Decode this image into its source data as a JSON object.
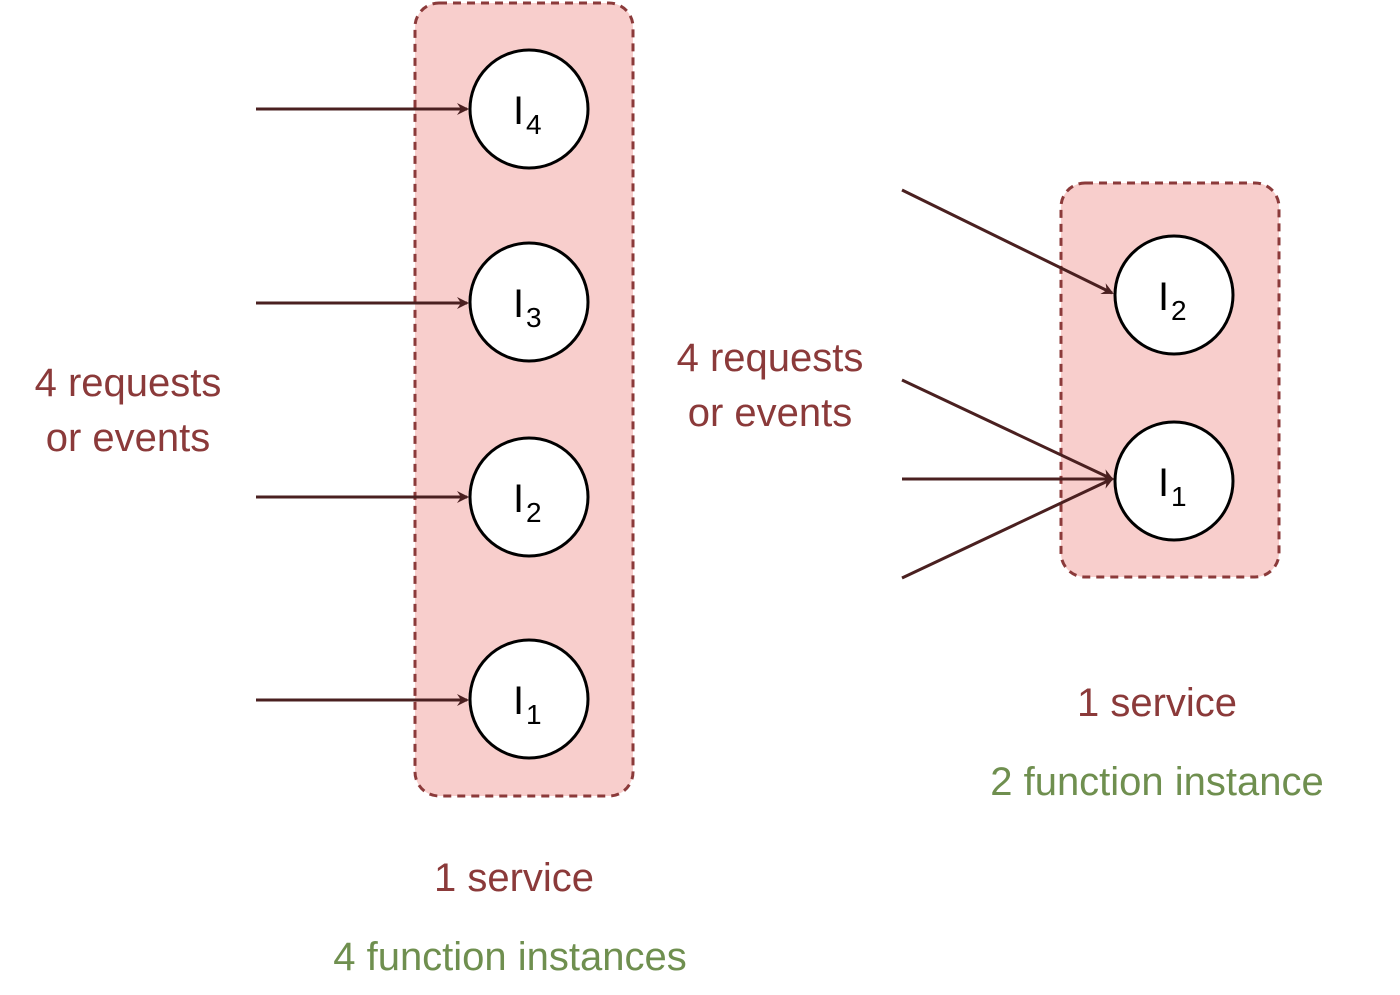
{
  "left_group": {
    "requests_label_line1": "4 requests",
    "requests_label_line2": "or events",
    "service_label": "1 service",
    "instances_label": "4 function instances",
    "nodes": [
      {
        "main": "I",
        "sub": "4"
      },
      {
        "main": "I",
        "sub": "3"
      },
      {
        "main": "I",
        "sub": "2"
      },
      {
        "main": "I",
        "sub": "1"
      }
    ]
  },
  "right_group": {
    "requests_label_line1": "4 requests",
    "requests_label_line2": "or events",
    "service_label": "1 service",
    "instances_label": "2 function instance",
    "nodes": [
      {
        "main": "I",
        "sub": "2"
      },
      {
        "main": "I",
        "sub": "1"
      }
    ]
  },
  "colors": {
    "box_fill": "#f8cecc",
    "box_stroke": "#8b3a3a",
    "arrow": "#4a2020",
    "service_text": "#8b3a3a",
    "instances_text": "#6f8f4f"
  }
}
